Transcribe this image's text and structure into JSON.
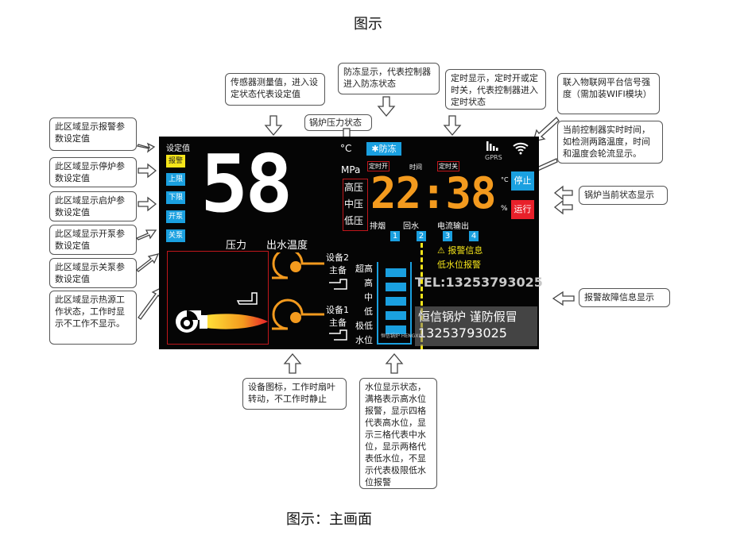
{
  "title": "图示",
  "caption": "图示：主画面",
  "callouts": {
    "alarm_setting": "此区域显示报警参数设定值",
    "stop_setting": "此区域显示停炉参数设定值",
    "start_setting": "此区域显示启炉参数设定值",
    "pump_on_setting": "此区域显示开泵参数设定值",
    "pump_off_setting": "此区域显示关泵参数设定值",
    "heat_source": "此区域显示热源工作状态，工作时显示不工作不显示。",
    "sensor": "传感器测量值，进入设定状态代表设定值",
    "antifreeze": "防冻显示，代表控制器进入防冻状态",
    "pressure_state": "锅炉压力状态",
    "timer": "定时显示，定时开或定时关，代表控制器进入定时状态",
    "iot": "联入物联网平台信号强度（需加装WIFI模块）",
    "clock": "当前控制器实时时间，如检测两路温度，时间和温度会轮流显示。",
    "boiler_state": "锅炉当前状态显示",
    "alarm_info": "报警故障信息显示",
    "device_icon": "设备图标，工作时扇叶转动，不工作时静止",
    "water_level": "水位显示状态，满格表示高水位报警，显示四格代表高水位，显示三格代表中水位，显示两格代表低水位，不显示代表极限低水位报警"
  },
  "panel": {
    "setting_label": "设定值",
    "buttons": [
      "报警",
      "上限",
      "下限",
      "开泵",
      "关泵"
    ],
    "big_value": "58",
    "pressure_label": "压力",
    "outlet_temp_label": "出水温度",
    "unit_c": "°C",
    "unit_mpa": "MPa",
    "antifreeze": "防冻",
    "timer_on": "定时开",
    "time_label": "时间",
    "timer_off": "定时关",
    "pressure_levels": [
      "高压",
      "中压",
      "低压"
    ],
    "clock": "22:38",
    "unit_c2": "°C",
    "percent": "%",
    "stop": "停止",
    "run": "运行",
    "outputs": [
      "排烟",
      "回水",
      "电流输出"
    ],
    "channels": [
      "1",
      "2",
      "3",
      "4"
    ],
    "gprs": "GPRS",
    "alarm_info": "报警信息",
    "low_water_alarm": "低水位报警",
    "device2": "设备2",
    "device1": "设备1",
    "main_backup": "主备",
    "water_levels": [
      "超高",
      "高",
      "中",
      "低",
      "极低",
      "水位"
    ],
    "watermark_tel": "TEL:13253793025",
    "watermark_brand": "恒信锅炉 谨防假冒",
    "watermark_phone": "13253793025",
    "watermark_logo": "恒信锅炉 HENGXIN",
    "colors": {
      "blue": "#1aa0e0",
      "orange": "#f39a1e",
      "red": "#e8202a",
      "yellow": "#f5e51a"
    }
  }
}
